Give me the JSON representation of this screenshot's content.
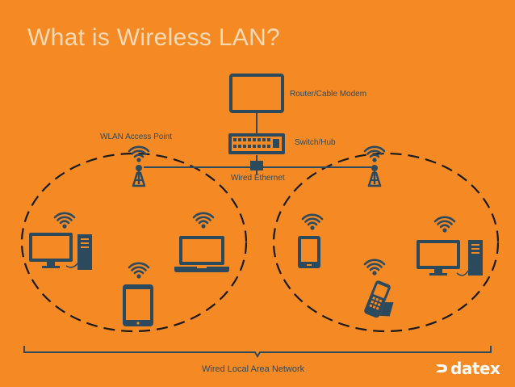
{
  "slide": {
    "title": "What is Wireless LAN?",
    "labels": {
      "router": "Router/Cable Modem",
      "switch": "Switch/Hub",
      "access_point": "WLAN Access Point",
      "wired_ethernet": "Wired Ethernet",
      "wired_lan": "Wired Local Area Network"
    },
    "brand": "datex"
  },
  "colors": {
    "background": "#F58A25",
    "icon": "#2C4A5E",
    "title": "#FBD9B4",
    "brand": "#FFFFFF"
  },
  "icons": [
    "router-icon",
    "switch-icon",
    "access-point-icon",
    "desktop-computer-icon",
    "laptop-icon",
    "tablet-icon",
    "handheld-scanner-icon",
    "wifi-icon",
    "datex-logo"
  ]
}
